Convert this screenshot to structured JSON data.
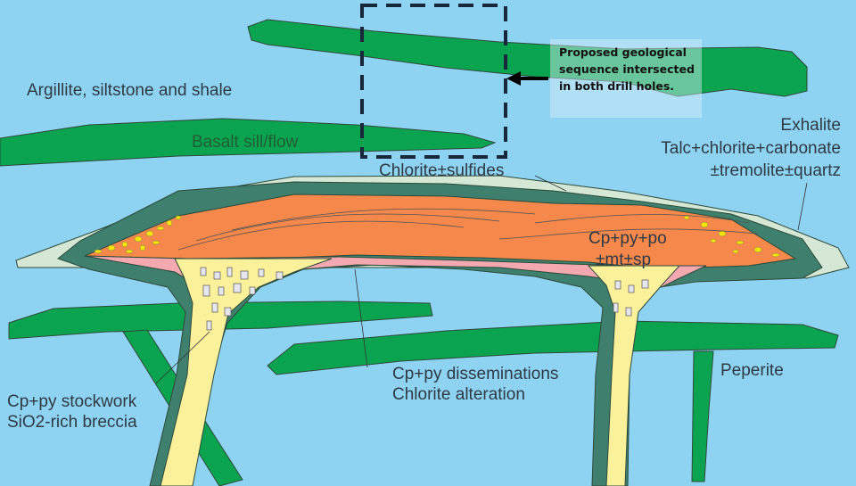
{
  "labels": {
    "argillite": "Argillite, siltstone and shale",
    "basalt": "Basalt sill/flow",
    "chlorite_sulfides": "Chlorite±sulfides",
    "exhalite": [
      "Exhalite",
      "Talc+chlorite+carbonate",
      "±tremolite±quartz"
    ],
    "massive_sulfide": [
      "Cp+py+po",
      "±mt±sp"
    ],
    "disseminations": [
      "Cp+py disseminations",
      "Chlorite alteration"
    ],
    "stockwork": [
      "Cp+py stockwork",
      "SiO2-rich breccia"
    ],
    "peperite": "Peperite"
  },
  "callout": {
    "text": "Proposed geological sequence intersected in both drill holes."
  },
  "colors": {
    "background": "#8fd3f3",
    "basalt": "#0aa34f",
    "chlorite": "#3e7f6d",
    "sulfide": "#f5884a",
    "pink": "#f4a8b0",
    "stockwork": "#fbf19a",
    "exhalite": "#d5e8d6"
  }
}
